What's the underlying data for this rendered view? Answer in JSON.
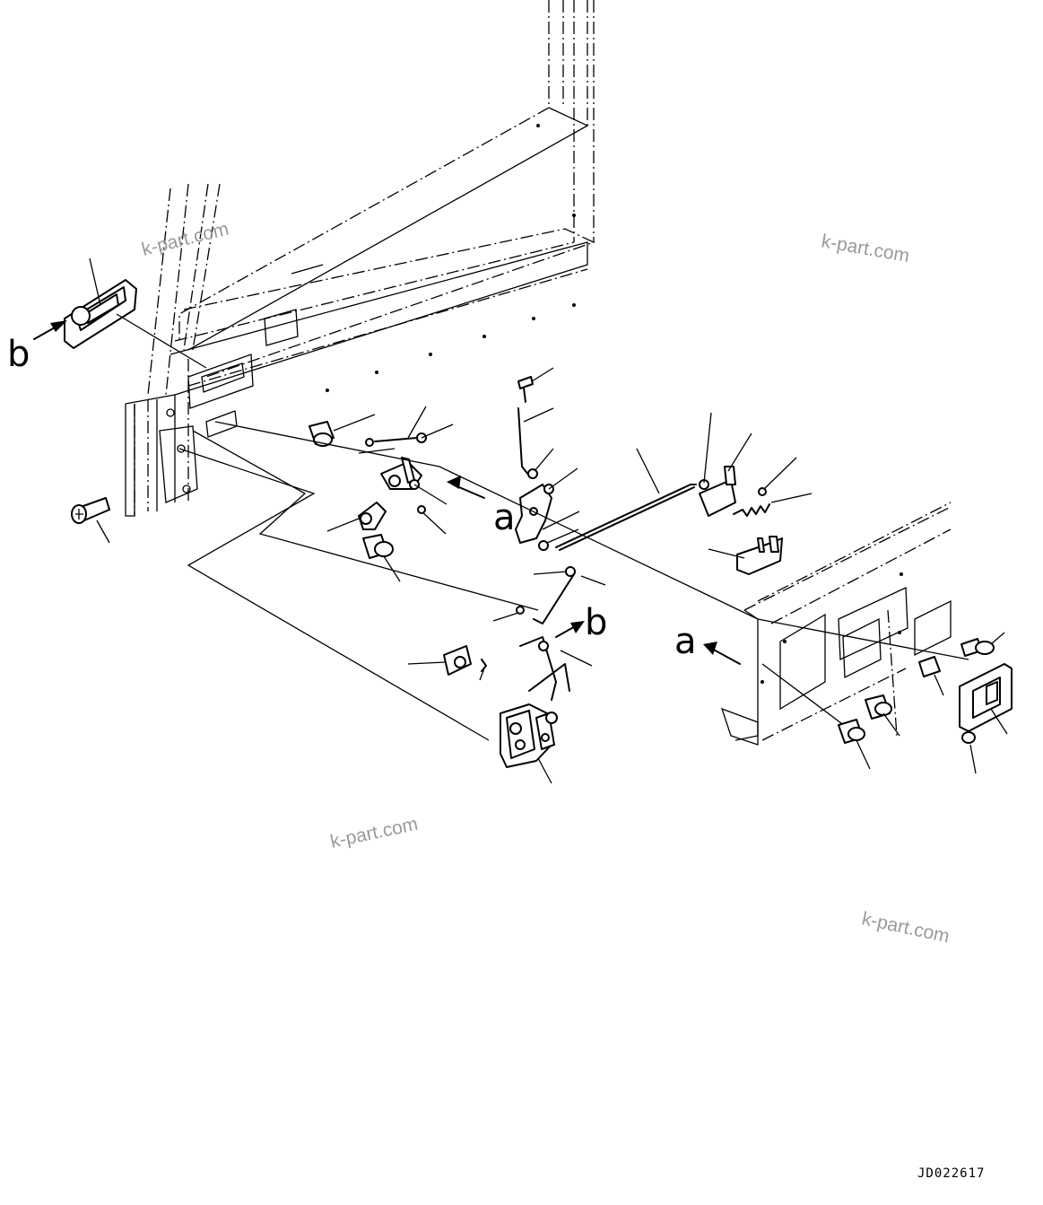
{
  "callouts": {
    "a_upper": "a",
    "a_lower": "a",
    "b_upper": "b",
    "b_lower": "b"
  },
  "watermarks": [
    "k-part.com",
    "k-part.com",
    "k-part.com",
    "k-part.com"
  ],
  "drawing_code": "JD022617"
}
